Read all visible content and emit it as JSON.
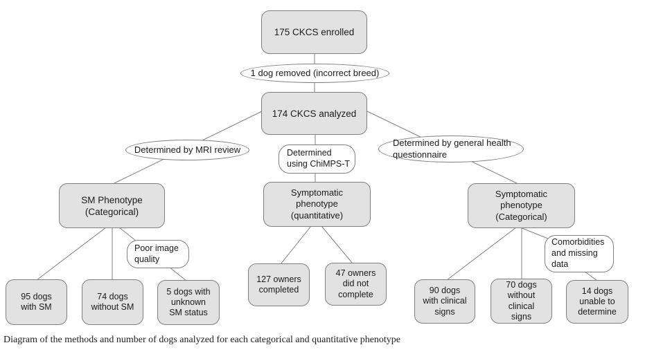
{
  "colors": {
    "background": "#ffffff",
    "node_fill": "#e2e2e2",
    "node_border": "#7f7f7f",
    "connector": "#7f7f7f",
    "text": "#1a1a1a"
  },
  "flowchart": {
    "enrolled": "175 CKCS enrolled",
    "removed": "1 dog removed (incorrect breed)",
    "analyzed": "174 CKCS analyzed",
    "method_mri": "Determined by MRI review",
    "method_chimps": "Determined\nusing ChiMPS-T",
    "method_questionnaire": "Determined by general health\nquestionnaire",
    "sm_phenotype": "SM Phenotype\n(Categorical)",
    "symptomatic_quantitative": "Symptomatic\nphenotype\n(quantitative)",
    "symptomatic_categorical": "Symptomatic\nphenotype\n(Categorical)",
    "poor_image_quality": "Poor image\nquality",
    "comorbidities": "Comorbidities\nand missing\ndata",
    "dogs_with_sm": "95 dogs\nwith SM",
    "dogs_without_sm": "74 dogs\nwithout SM",
    "dogs_unknown_sm": "5 dogs with\nunknown\nSM status",
    "owners_completed": "127 owners\ncompleted",
    "owners_not_completed": "47 owners\ndid not\ncomplete",
    "dogs_clinical_signs": "90 dogs\nwith clinical\nsigns",
    "dogs_no_clinical_signs": "70 dogs\nwithout\nclinical\nsigns",
    "dogs_unable_determine": "14 dogs\nunable to\ndetermine"
  },
  "caption": "Diagram of the methods and number of dogs analyzed for each categorical and quantitative phenotype"
}
